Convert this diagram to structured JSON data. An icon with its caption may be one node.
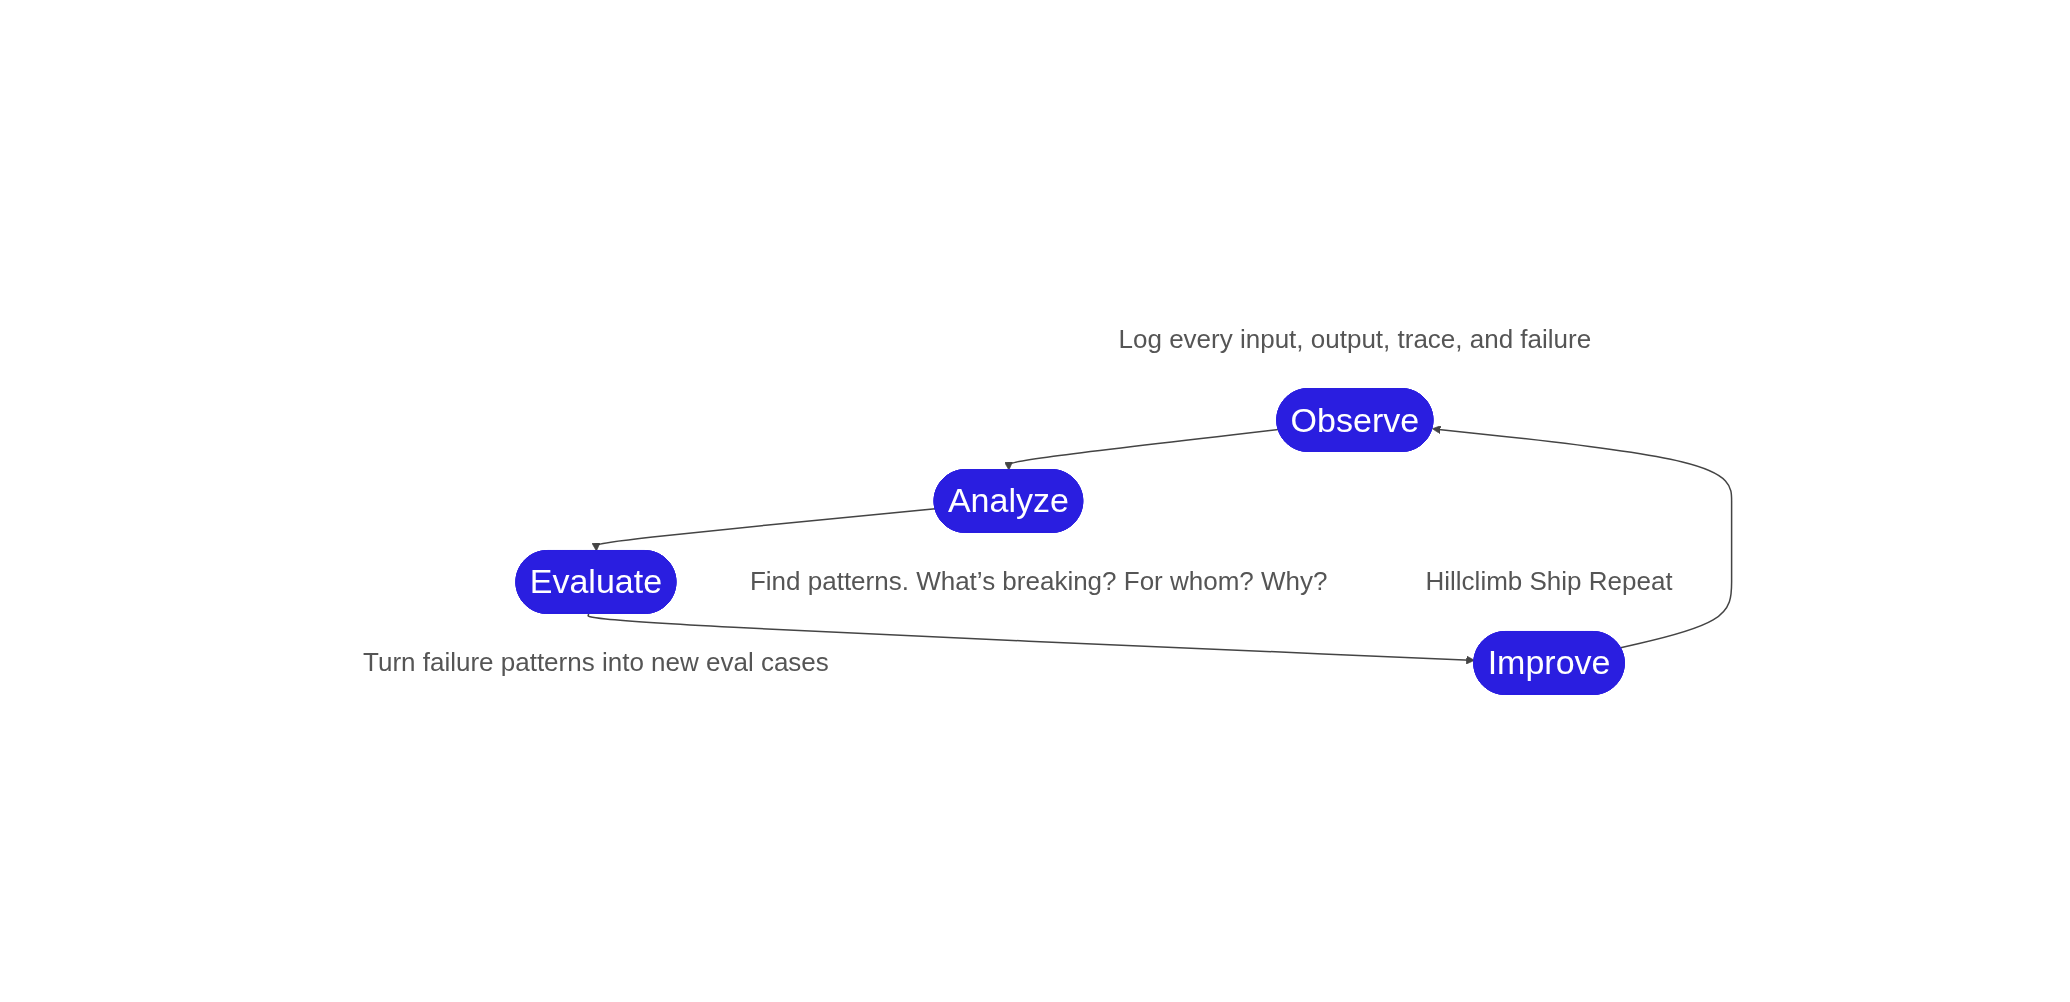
{
  "diagram": {
    "nodes": [
      {
        "text": [
          "Observe"
        ],
        "beside": [
          "Log every input, output, trace, and failure"
        ]
      },
      {
        "text": [
          "Analyze"
        ],
        "beside": [
          "Find patterns. What’s breaking? For whom? Why?"
        ]
      },
      {
        "text": [
          "Evaluate"
        ],
        "beside": [
          "Turn failure patterns into new eval cases"
        ]
      },
      {
        "text": [
          "Improve"
        ],
        "beside": [
          "Hillclimb Ship Repeat"
        ]
      }
    ],
    "edges": [
      {
        "from": 0,
        "to": 1,
        "arrow": "to"
      },
      {
        "from": 1,
        "to": 2,
        "arrow": "to"
      },
      {
        "from": 2,
        "to": 3,
        "arrow": "to"
      },
      {
        "from": 3,
        "to": 0,
        "arrow": "to"
      }
    ]
  }
}
